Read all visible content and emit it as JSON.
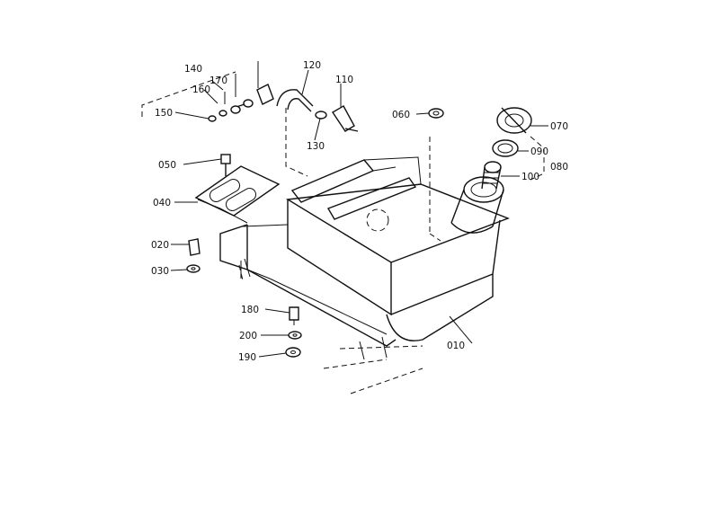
{
  "labels": {
    "p010": "010",
    "p020": "020",
    "p030": "030",
    "p040": "040",
    "p050": "050",
    "p060": "060",
    "p070": "070",
    "p080": "080",
    "p090": "090",
    "p100": "100",
    "p110": "110",
    "p120": "120",
    "p130": "130",
    "p140": "140",
    "p150": "150",
    "p160": "160",
    "p170": "170",
    "p180": "180",
    "p190": "190",
    "p200": "200"
  },
  "colors": {
    "line": "#111111",
    "background": "#ffffff"
  }
}
